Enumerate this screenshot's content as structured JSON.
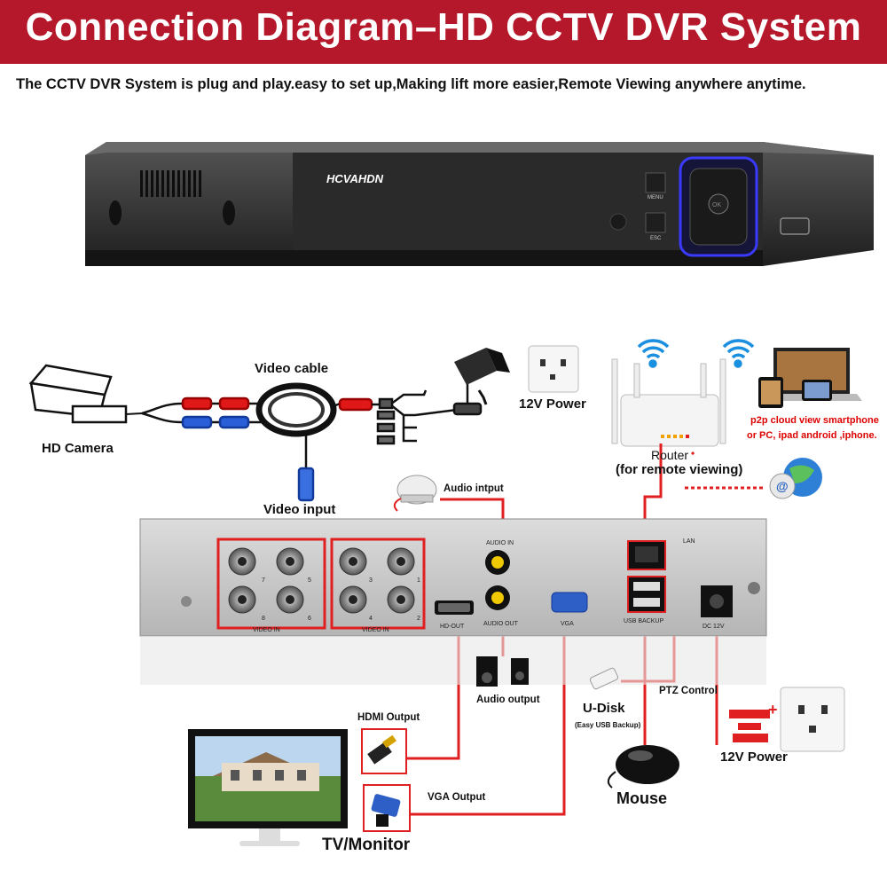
{
  "header": {
    "title": "Connection Diagram–HD CCTV DVR System",
    "subtitle": "The CCTV DVR System is plug and play.easy to set up,Making lift more easier,Remote Viewing anywhere anytime."
  },
  "dvr_front": {
    "brand": "HCVAHDN",
    "menu_label": "MENU",
    "esc_label": "ESC",
    "ok_label": "OK"
  },
  "labels": {
    "hd_camera": "HD Camera",
    "video_cable": "Video cable",
    "video_input": "Video input",
    "power_top": "12V Power",
    "router": "Router",
    "router_note": "(for remote viewing)",
    "p2p_line1": "p2p cloud  view smartphone",
    "p2p_line2": "or PC, ipad android ,iphone.",
    "audio_input": "Audio intput",
    "audio_output": "Audio output",
    "hdmi_output": "HDMI Output",
    "vga_output": "VGA Output",
    "tv_monitor": "TV/Monitor",
    "u_disk": "U-Disk",
    "u_disk_note": "(Easy USB Backup)",
    "ptz_control": "PTZ Control",
    "mouse": "Mouse",
    "power_bottom": "12V Power"
  },
  "dvr_back": {
    "video_in_left": "VIDEO IN",
    "video_in_right": "VIDEO IN",
    "ch_left": [
      "7",
      "5",
      "8",
      "6"
    ],
    "ch_right": [
      "3",
      "1",
      "4",
      "2"
    ],
    "audio_in": "AUDIO IN",
    "audio_out": "AUDIO OUT",
    "hd_out": "HD-OUT",
    "vga": "VGA",
    "lan": "LAN",
    "usb": "USB BACKUP",
    "dc": "DC 12V"
  },
  "colors": {
    "banner": "#b4182a",
    "accent_line": "#e02020",
    "device_dark": "#2b2b2b",
    "panel": "#c9c9c9"
  }
}
